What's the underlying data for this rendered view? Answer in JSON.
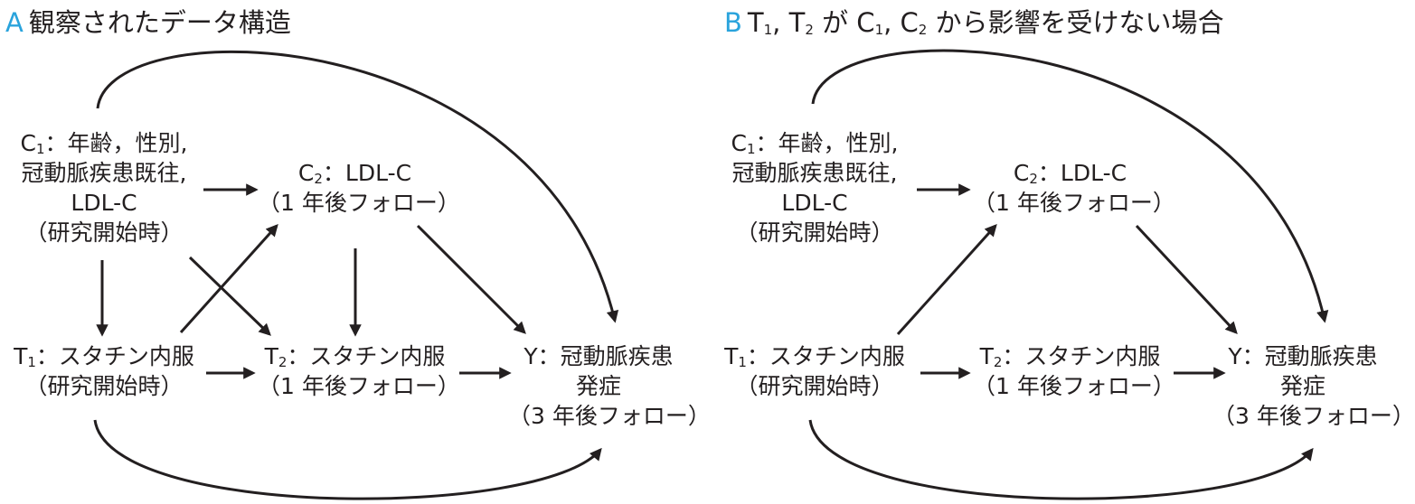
{
  "panel_a": {
    "letter": "A",
    "title": "観察されたデータ構造",
    "c1": {
      "prefix": "C",
      "sub": "1",
      "line1": "：年齢，性別,",
      "line2": "冠動脈疾患既往,",
      "line3": "LDL-C",
      "line4": "（研究開始時）"
    },
    "c2": {
      "prefix": "C",
      "sub": "2",
      "line1": "：LDL-C",
      "line2": "（1 年後フォロー）"
    },
    "t1": {
      "prefix": "T",
      "sub": "1",
      "line1": "：スタチン内服",
      "line2": "（研究開始時）"
    },
    "t2": {
      "prefix": "T",
      "sub": "2",
      "line1": "：スタチン内服",
      "line2": "（1 年後フォロー）"
    },
    "y": {
      "line1": "Y：冠動脈疾患",
      "line2": "発症",
      "line3": "（3 年後フォロー）"
    }
  },
  "panel_b": {
    "letter": "B",
    "title_parts": {
      "t": "T",
      "s1": "1",
      "mid1": ", T",
      "s2": "2",
      "mid2": " が C",
      "s3": "1",
      "mid3": ", C",
      "s4": "2",
      "tail": " から影響を受けない場合"
    },
    "c1": {
      "prefix": "C",
      "sub": "1",
      "line1": "：年齢，性別,",
      "line2": "冠動脈疾患既往,",
      "line3": "LDL-C",
      "line4": "（研究開始時）"
    },
    "c2": {
      "prefix": "C",
      "sub": "2",
      "line1": "：LDL-C",
      "line2": "（1 年後フォロー）"
    },
    "t1": {
      "prefix": "T",
      "sub": "1",
      "line1": "：スタチン内服",
      "line2": "（研究開始時）"
    },
    "t2": {
      "prefix": "T",
      "sub": "2",
      "line1": "：スタチン内服",
      "line2": "（1 年後フォロー）"
    },
    "y": {
      "line1": "Y：冠動脈疾患",
      "line2": "発症",
      "line3": "（3 年後フォロー）"
    }
  },
  "colors": {
    "panel_letter": "#29a3dc",
    "ink": "#231f20"
  }
}
